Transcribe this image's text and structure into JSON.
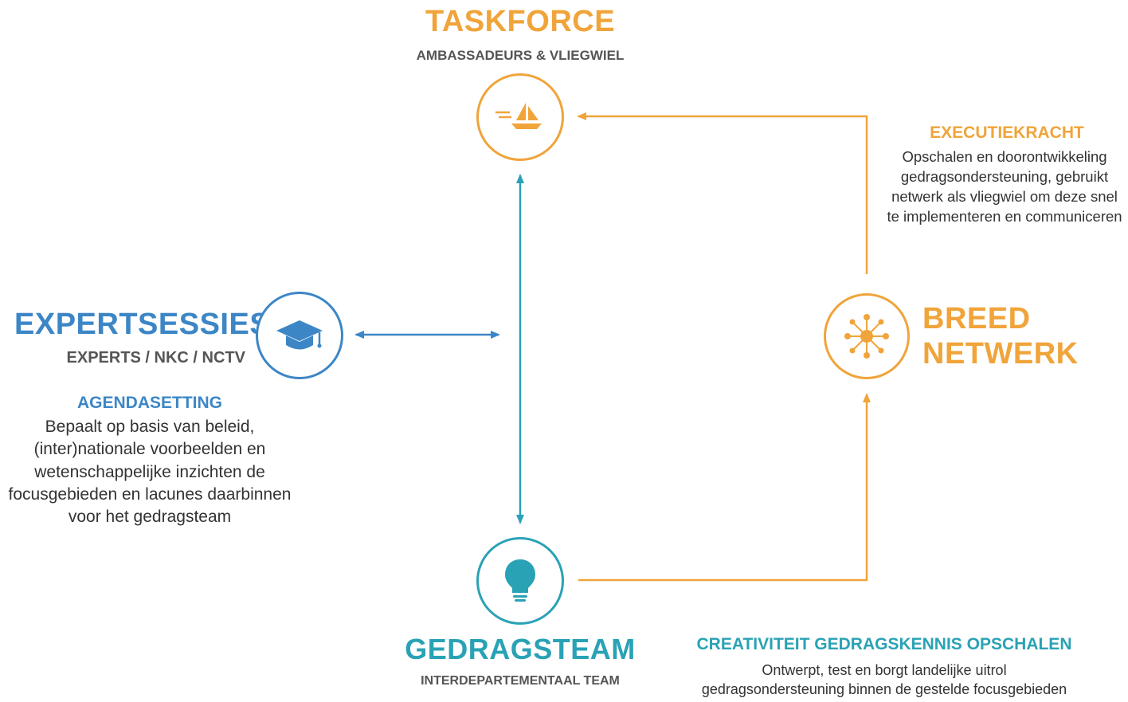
{
  "nodes": {
    "taskforce": {
      "title": "TASKFORCE",
      "subtitle": "AMBASSADEURS & VLIEGWIEL",
      "icon": "sailboat-icon"
    },
    "expertsessies": {
      "title": "EXPERTSESSIES",
      "subtitle": "EXPERTS / NKC / NCTV",
      "icon": "graduation-cap-icon"
    },
    "breed_netwerk": {
      "title_line1": "BREED",
      "title_line2": "NETWERK",
      "icon": "network-icon"
    },
    "gedragsteam": {
      "title": "GEDRAGSTEAM",
      "subtitle": "INTERDEPARTEMENTAAL TEAM",
      "icon": "lightbulb-icon"
    }
  },
  "descriptions": {
    "agendasetting": {
      "heading": "AGENDASETTING",
      "text": "Bepaalt op basis van beleid, (inter)nationale voorbeelden en wetenschappelijke inzichten de focusgebieden en lacunes daarbinnen voor het gedragsteam"
    },
    "executiekracht": {
      "heading": "EXECUTIEKRACHT",
      "text": "Opschalen en doorontwikkeling gedragsondersteuning, gebruikt netwerk als vliegwiel om deze snel te implementeren en communiceren"
    },
    "creativiteit": {
      "heading": "CREATIVITEIT GEDRAGSKENNIS OPSCHALEN",
      "text_line1": "Ontwerpt, test en borgt landelijke uitrol",
      "text_line2": "gedragsondersteuning binnen de gestelde focusgebieden"
    }
  },
  "colors": {
    "orange": "#f0a43a",
    "blue": "#3c86c6",
    "teal": "#2aa2b5"
  }
}
